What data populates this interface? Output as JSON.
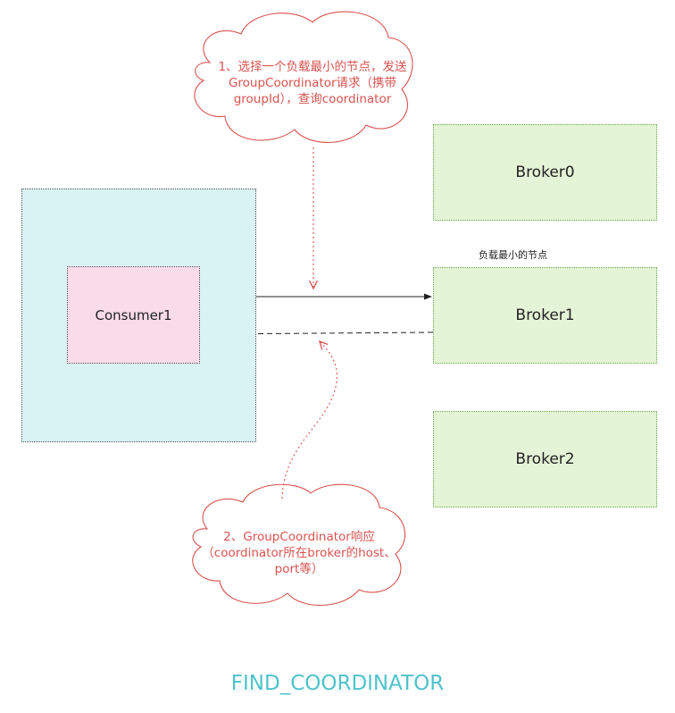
{
  "consumer": {
    "label": "Consumer1"
  },
  "brokers": [
    {
      "label": "Broker0"
    },
    {
      "label": "Broker1"
    },
    {
      "label": "Broker2"
    }
  ],
  "broker1_note": "负载最小的节点",
  "clouds": {
    "request": {
      "line1": "1、选择一个负载最小的节点，发送",
      "line2": "GroupCoordinator请求（携带",
      "line3": "groupId），查询coordinator"
    },
    "response": {
      "line1": "2、GroupCoordinator响应",
      "line2": "（coordinator所在broker的host、",
      "line3": "port等）"
    }
  },
  "footer": "FIND_COORDINATOR",
  "colors": {
    "consumer_container": "#d9f3f3",
    "consumer": "#f9dbe9",
    "broker": "#e4f4d6",
    "annotation": "#d9534f",
    "footer": "#4ec3cc"
  }
}
